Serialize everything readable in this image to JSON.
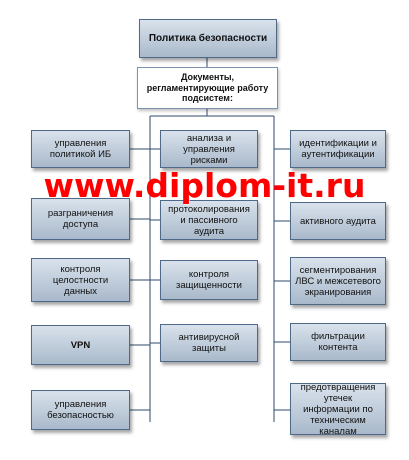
{
  "diagram": {
    "title": "Политика безопасности",
    "documents": "Документы, регламентирующие работу подсистем:",
    "left_column": [
      "управления политикой ИБ",
      "разграничения доступа",
      "контроля целостности данных",
      "VPN",
      "управления безопасностью"
    ],
    "middle_column": [
      "анализа и управления рисками",
      "протоколирования и пассивного аудита",
      "контроля защищенности",
      "антивирусной защиты"
    ],
    "right_column": [
      "идентификации и аутентификации",
      "активного аудита",
      "сегментирования ЛВС и межсетевого экранирования",
      "фильтрации контента",
      "предотвращения утечек информации по техническим каналам"
    ]
  },
  "watermark": "www.diplom-it.ru",
  "colors": {
    "box_gradient_top": "#d9e2ec",
    "box_gradient_bottom": "#a9b9cb",
    "box_border": "#4f6a88",
    "connector": "#2f4a6b",
    "watermark": "#ff0000"
  }
}
